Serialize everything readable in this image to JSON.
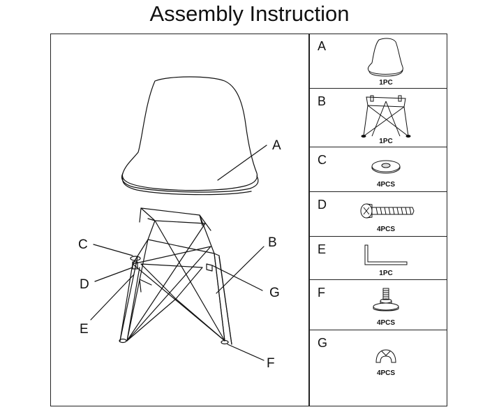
{
  "title": "Assembly Instruction",
  "callouts": {
    "a": "A",
    "b": "B",
    "c": "C",
    "d": "D",
    "e": "E",
    "f": "F",
    "g": "G"
  },
  "parts": [
    {
      "letter": "A",
      "qty": "1PC",
      "icon": "chair-seat-shell"
    },
    {
      "letter": "B",
      "qty": "1PC",
      "icon": "wire-base"
    },
    {
      "letter": "C",
      "qty": "4PCS",
      "icon": "washer"
    },
    {
      "letter": "D",
      "qty": "4PCS",
      "icon": "bolt"
    },
    {
      "letter": "E",
      "qty": "1PC",
      "icon": "allen-key"
    },
    {
      "letter": "F",
      "qty": "4PCS",
      "icon": "foot-glide"
    },
    {
      "letter": "G",
      "qty": "4PCS",
      "icon": "cap"
    }
  ]
}
